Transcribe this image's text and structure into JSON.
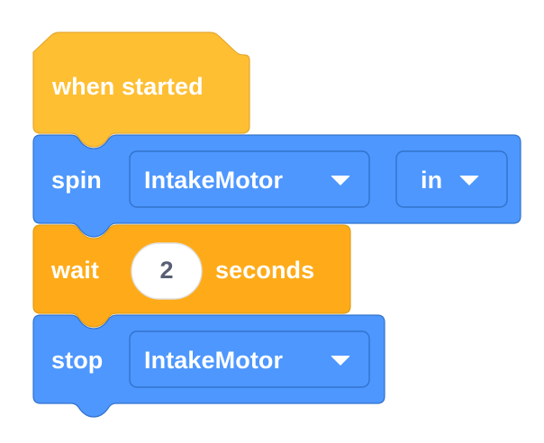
{
  "app": {
    "name": "block-coding-workspace",
    "background_color": "#ffffff"
  },
  "palette": {
    "event_block_color": "#ffbf33",
    "event_block_border": "#e5a72e",
    "control_block_color": "#ffab19",
    "control_block_border": "#e09c17",
    "motion_block_color": "#4d97ff",
    "motion_block_border": "#3373cc",
    "field_border": "#3373cc",
    "input_fill": "#ffffff",
    "input_border": "#e0e0e0",
    "input_text_color": "#575e75",
    "label_text_color": "#ffffff"
  },
  "script": {
    "name": "when-started-script",
    "blocks": [
      {
        "id": "when-started",
        "type": "hat",
        "category": "event",
        "label": "when started"
      },
      {
        "id": "spin",
        "type": "stack",
        "category": "motion",
        "label": "spin",
        "fields": [
          {
            "name": "motor-dropdown",
            "kind": "dropdown",
            "value": "IntakeMotor",
            "icon": "chevron-down-icon"
          },
          {
            "name": "direction-dropdown",
            "kind": "dropdown",
            "value": "in",
            "icon": "chevron-down-icon"
          }
        ]
      },
      {
        "id": "wait",
        "type": "stack",
        "category": "control",
        "label": "wait",
        "label_after": "seconds",
        "fields": [
          {
            "name": "duration-input",
            "kind": "number",
            "value": "2"
          }
        ]
      },
      {
        "id": "stop",
        "type": "stack",
        "category": "motion",
        "label": "stop",
        "fields": [
          {
            "name": "motor-dropdown",
            "kind": "dropdown",
            "value": "IntakeMotor",
            "icon": "chevron-down-icon"
          }
        ]
      }
    ]
  }
}
